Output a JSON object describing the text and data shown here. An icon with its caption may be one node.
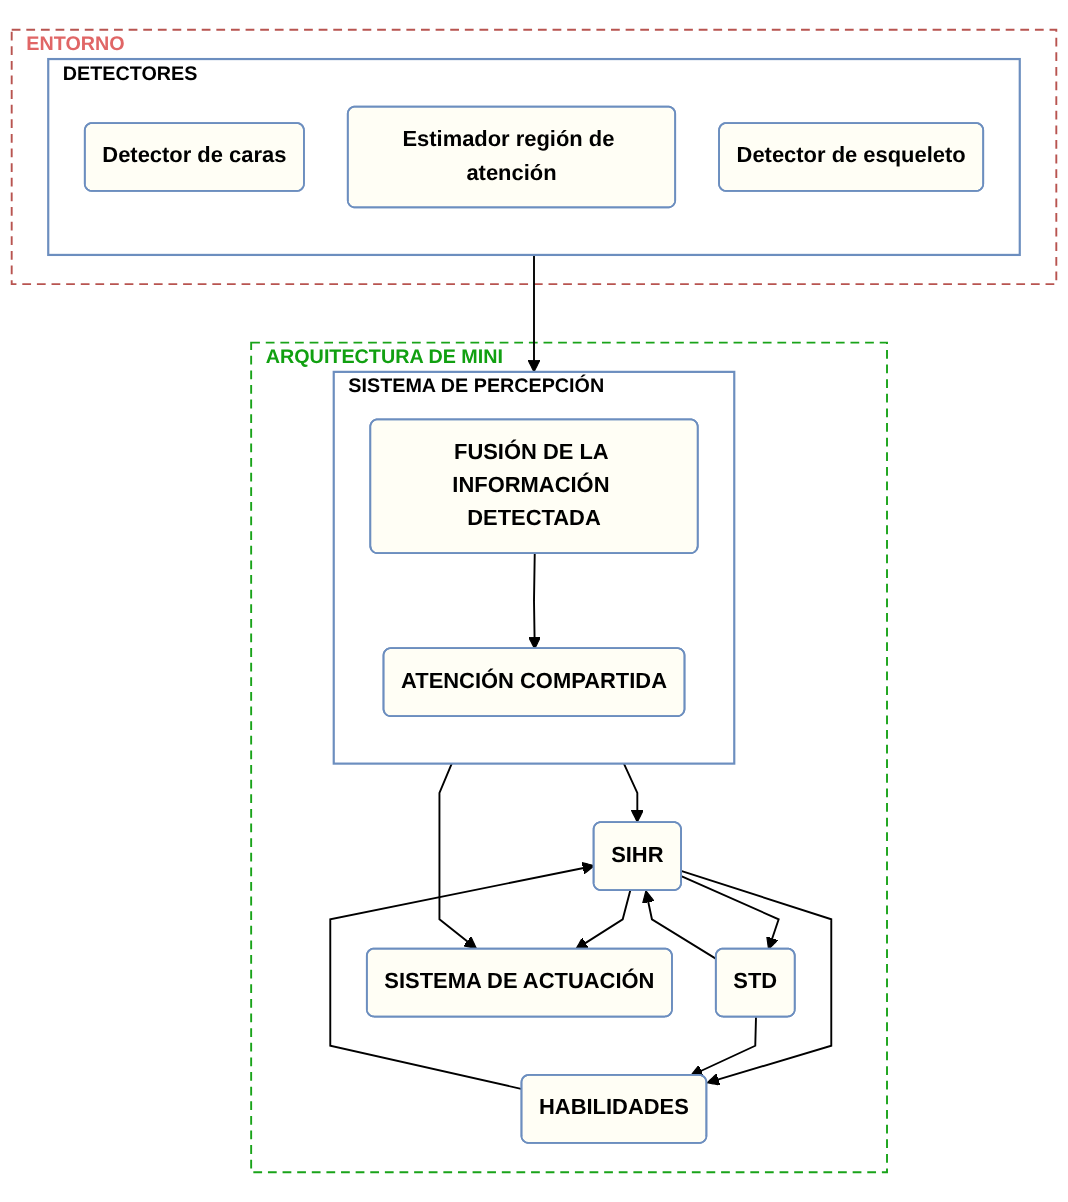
{
  "diagram": {
    "nodes": [
      {
        "text": [
          "ENTORNO"
        ]
      },
      {
        "text": [
          "DETECTORES"
        ],
        "in": 0
      },
      {
        "text": [
          "Detector de caras"
        ],
        "in": 1
      },
      {
        "text": [
          "Estimador región de atención"
        ],
        "in": 1
      },
      {
        "text": [
          "Detector de esqueleto"
        ],
        "in": 1
      },
      {
        "text": [
          "ARQUITECTURA DE MINI"
        ]
      },
      {
        "text": [
          "SISTEMA DE PERCEPCIÓN"
        ],
        "in": 5
      },
      {
        "text": [
          "FUSIÓN DE LA INFORMACIÓN DETECTADA"
        ],
        "in": 6
      },
      {
        "text": [
          "ATENCIÓN COMPARTIDA"
        ],
        "in": 6
      },
      {
        "text": [
          "SIHR"
        ],
        "in": 5
      },
      {
        "text": [
          "STD"
        ],
        "in": 5
      },
      {
        "text": [
          "SISTEMA DE ACTUACIÓN"
        ],
        "in": 5
      },
      {
        "text": [
          "HABILIDADES"
        ],
        "in": 5
      }
    ],
    "edges": [
      {
        "from": 1,
        "to": 6,
        "arrow": "to"
      },
      {
        "from": 7,
        "to": 8,
        "arrow": "to"
      },
      {
        "from": 6,
        "to": 9,
        "arrow": "to"
      },
      {
        "from": 6,
        "to": 11,
        "arrow": "to"
      },
      {
        "from": 9,
        "to": 10,
        "arrow": "to"
      },
      {
        "from": 10,
        "to": 9,
        "arrow": "to"
      },
      {
        "from": 9,
        "to": 11,
        "arrow": "to"
      },
      {
        "from": 9,
        "to": 12,
        "arrow": "to"
      },
      {
        "from": 12,
        "to": 9,
        "arrow": "to"
      },
      {
        "from": 10,
        "to": 12,
        "arrow": "to"
      }
    ]
  }
}
